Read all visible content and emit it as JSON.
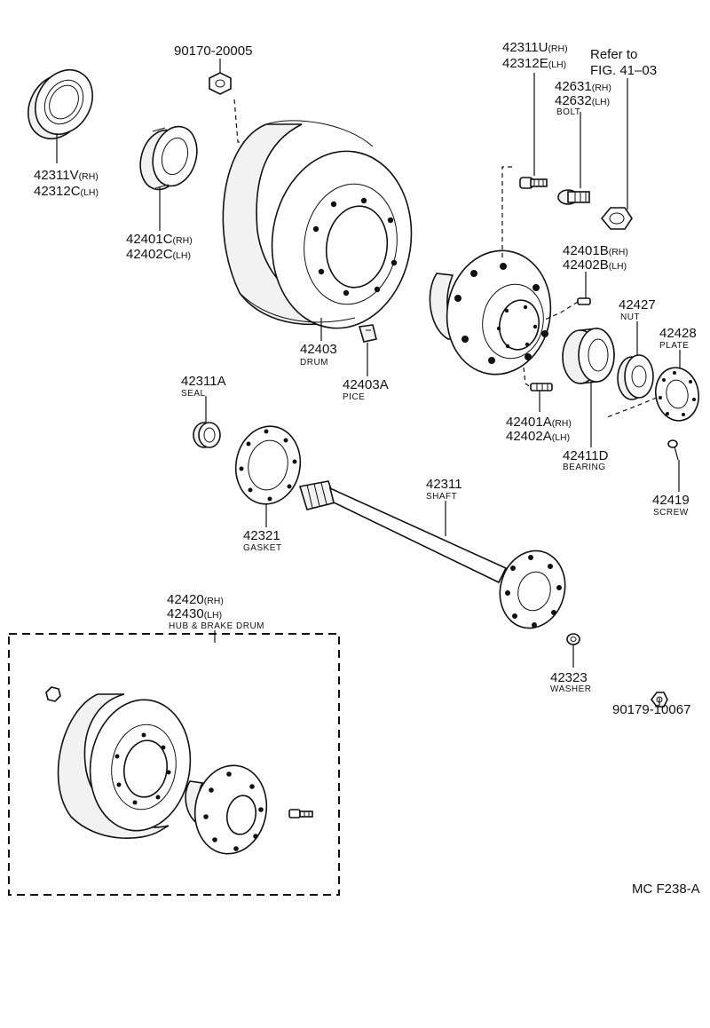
{
  "parts": {
    "nut_top": {
      "number": "90170-20005"
    },
    "oil_seal": {
      "number_rh": "42311V",
      "suffix_rh": "(RH)",
      "number_lh": "42312C",
      "suffix_lh": "(LH)"
    },
    "outer_bearing": {
      "number_rh": "42401C",
      "suffix_rh": "(RH)",
      "number_lh": "42402C",
      "suffix_lh": "(LH)"
    },
    "drum": {
      "number": "42403",
      "name": "DRUM"
    },
    "piece": {
      "number": "42403A",
      "name": "PICE"
    },
    "seal": {
      "number": "42311A",
      "name": "SEAL"
    },
    "hub_bolt": {
      "number_rh": "42311U",
      "suffix_rh": "(RH)",
      "number_lh": "42312E",
      "suffix_lh": "(LH)"
    },
    "reference": {
      "line1": "Refer to",
      "line2": "FIG. 41–03"
    },
    "bolt": {
      "number_rh": "42631",
      "suffix_rh": "(RH)",
      "number_lh": "42632",
      "suffix_lh": "(LH)",
      "name": "BOLT"
    },
    "pin_b": {
      "number_rh": "42401B",
      "suffix_rh": "(RH)",
      "number_lh": "42402B",
      "suffix_lh": "(LH)"
    },
    "nut": {
      "number": "42427",
      "name": "NUT"
    },
    "plate": {
      "number": "42428",
      "name": "PLATE"
    },
    "stud_a": {
      "number_rh": "42401A",
      "suffix_rh": "(RH)",
      "number_lh": "42402A",
      "suffix_lh": "(LH)"
    },
    "bearing": {
      "number": "42411D",
      "name": "BEARING"
    },
    "screw": {
      "number": "42419",
      "name": "SCREW"
    },
    "gasket": {
      "number": "42321",
      "name": "GASKET"
    },
    "shaft": {
      "number": "42311",
      "name": "SHAFT"
    },
    "washer": {
      "number": "42323",
      "name": "WASHER"
    },
    "nut_bottom": {
      "number": "90179-10067"
    },
    "hub_brake_drum": {
      "number_rh": "42420",
      "suffix_rh": "(RH)",
      "number_lh": "42430",
      "suffix_lh": "(LH)",
      "name": "HUB & BRAKE DRUM"
    }
  },
  "figure_code": "MC F238-A",
  "colors": {
    "ink": "#111111",
    "background": "#ffffff"
  }
}
